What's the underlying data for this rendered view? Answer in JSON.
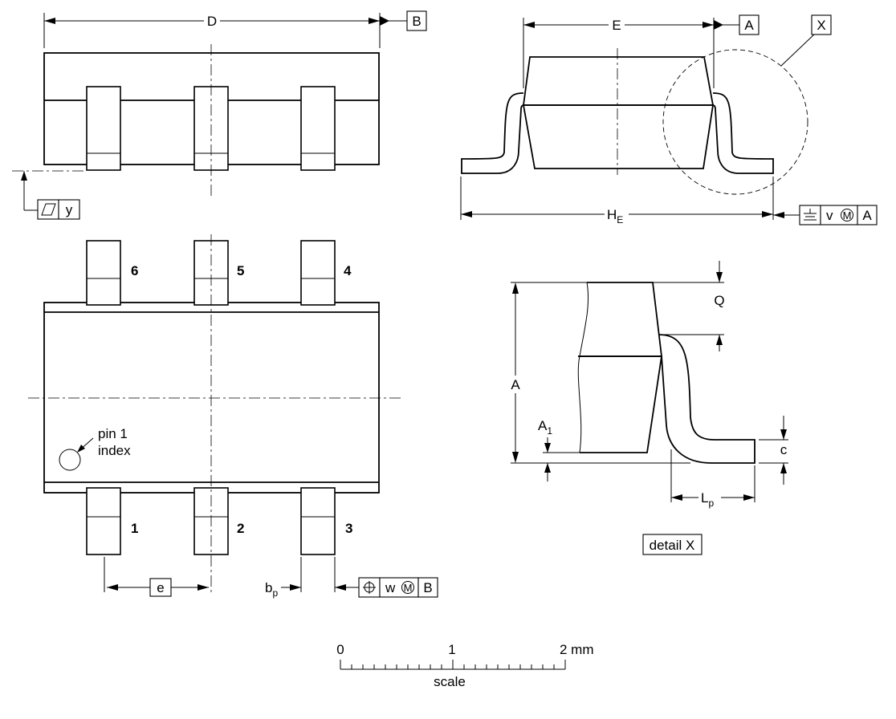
{
  "dimensions": {
    "D": "D",
    "E": "E",
    "HE_main": "H",
    "HE_sub": "E",
    "A": "A",
    "A1_main": "A",
    "A1_sub": "1",
    "Q": "Q",
    "c": "c",
    "Lp_main": "L",
    "Lp_sub": "p",
    "e": "e",
    "bp_main": "b",
    "bp_sub": "p"
  },
  "datums": {
    "B": "B",
    "A": "A",
    "X": "X"
  },
  "tolerance_frames": {
    "flatness": {
      "symbol": "parallelogram",
      "value": "y"
    },
    "top_view": {
      "symbol": "ground",
      "value": "v",
      "modifier": "M",
      "datum": "A"
    },
    "lead_position": {
      "symbol": "position",
      "value": "w",
      "modifier": "M",
      "datum": "B"
    }
  },
  "pins": {
    "top": [
      "6",
      "5",
      "4"
    ],
    "bottom": [
      "1",
      "2",
      "3"
    ]
  },
  "pin1_label": [
    "pin 1",
    "index"
  ],
  "detail_label": "detail X",
  "scale_bar": {
    "labels": [
      "0",
      "1",
      "2 mm"
    ],
    "caption": "scale"
  }
}
